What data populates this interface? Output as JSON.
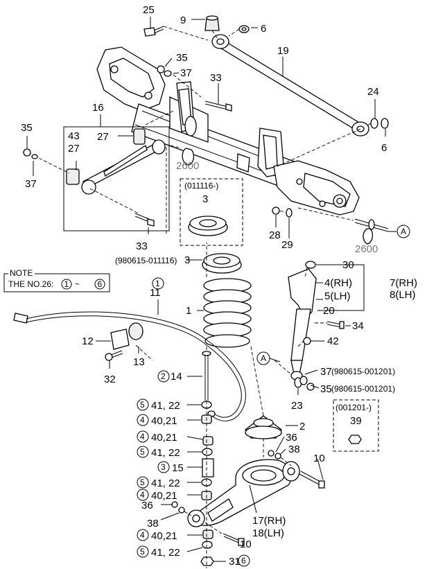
{
  "callouts": {
    "c25": "25",
    "c9": "9",
    "c6a": "6",
    "c19": "19",
    "c35a": "35",
    "c37a": "37",
    "c33a": "33",
    "c16": "16",
    "c35b": "35",
    "c43": "43",
    "c27a": "27",
    "c27b": "27",
    "c37b": "37",
    "c2600a": "2600",
    "c24": "24",
    "c6b": "6",
    "c011116": "(011116-)",
    "c3a": "3",
    "c33b": "33",
    "c28": "28",
    "c29": "29",
    "c2600b": "2600",
    "c980615_011116": "(980615-011116)",
    "c3b": "3",
    "c30": "30",
    "c4rh": "4(RH)",
    "c5lh": "5(LH)",
    "c7rh": "7(RH)",
    "c8lh": "8(LH)",
    "c20": "20",
    "c1circ": "1",
    "c11": "11",
    "c1": "1",
    "c34": "34",
    "c42": "42",
    "c12": "12",
    "c13": "13",
    "c32": "32",
    "c2_14_circ": "2",
    "c14": "14",
    "c37c": "37",
    "c37c_date": "(980615-001201)",
    "c35c": "35",
    "c35c_date": "(980615-001201)",
    "c23": "23",
    "c001201": "(001201-)",
    "c39": "39",
    "r1_circ": "5",
    "r1_text": "41, 22",
    "r2_circ": "4",
    "r2_text": "40,21",
    "c2": "2",
    "r3_circ": "4",
    "r3_text": "40,21",
    "c36a": "36",
    "c38a": "38",
    "r4_circ": "5",
    "r4_text": "41, 22",
    "r5_circ": "3",
    "r5_text": "15",
    "c10a": "10",
    "r6_circ": "5",
    "r6_text": "41, 22",
    "r7_circ": "4",
    "r7_text": "40,21",
    "c36b": "36",
    "c38b": "38",
    "c17rh": "17(RH)",
    "c18lh": "18(LH)",
    "r8_circ": "4",
    "r8_text": "40,21",
    "c10b": "10",
    "r9_circ": "5",
    "r9_text": "41, 22",
    "c31": "31",
    "c31_circ": "6",
    "markA1": "A",
    "markA2": "A"
  },
  "note": {
    "title": "NOTE",
    "line_prefix": "THE NO.26:",
    "range_start": "1",
    "range_sep": "~",
    "range_end": "6"
  }
}
